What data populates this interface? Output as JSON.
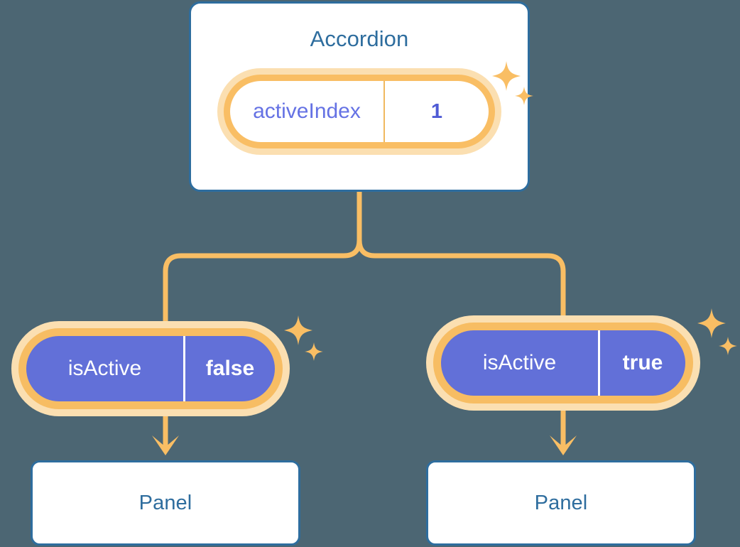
{
  "background_color": "#4c6673",
  "theme": {
    "card_border": "#2e6d9e",
    "card_title_text": "#2e6d9e",
    "card_fill": "#ffffff",
    "pill_ring": "#f7bd63",
    "pill_halo": "#fbdfb1",
    "pill_purple_fill": "#6270d8",
    "pill_value_purple_text": "#4f5bd5",
    "pill_key_purple_text": "#6572e4",
    "connector": "#f9be64",
    "sparkle": "#f9be64"
  },
  "root": {
    "title": "Accordion",
    "state": {
      "key": "activeIndex",
      "value": "1"
    },
    "sparkle_icon": "sparkle-icon"
  },
  "children": [
    {
      "id": "left",
      "prop": {
        "key": "isActive",
        "value": "false"
      },
      "panel": {
        "title": "Panel"
      },
      "sparkle_icon": "sparkle-icon",
      "arrow_icon": "arrow-down-icon"
    },
    {
      "id": "right",
      "prop": {
        "key": "isActive",
        "value": "true"
      },
      "panel": {
        "title": "Panel"
      },
      "sparkle_icon": "sparkle-icon",
      "arrow_icon": "arrow-down-icon"
    }
  ]
}
